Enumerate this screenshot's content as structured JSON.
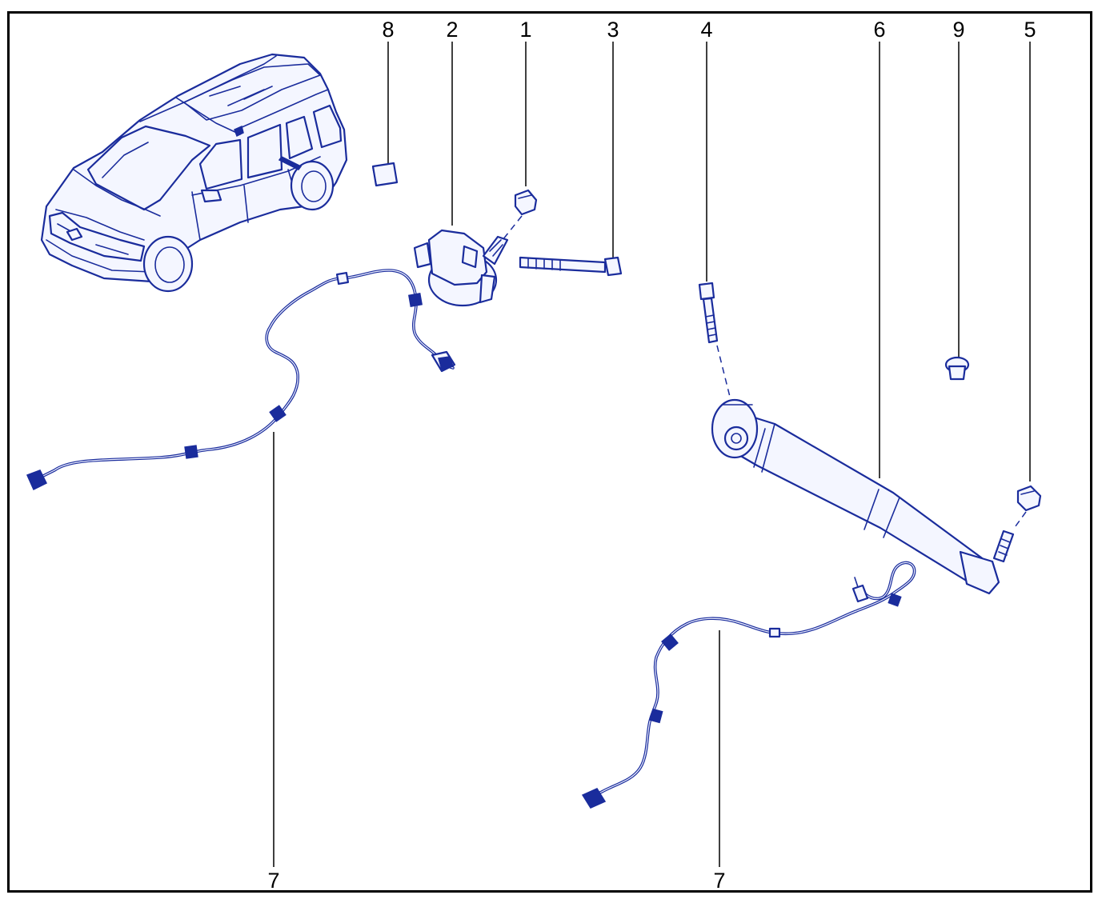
{
  "colors": {
    "line_art": "#1a2c9c",
    "callout_text": "#000000",
    "frame": "#000000",
    "background": "#ffffff"
  },
  "callouts": {
    "c1": "1",
    "c2": "2",
    "c3": "3",
    "c4": "4",
    "c5": "5",
    "c6": "6",
    "c7_left": "7",
    "c7_right": "7",
    "c8": "8",
    "c9": "9"
  }
}
